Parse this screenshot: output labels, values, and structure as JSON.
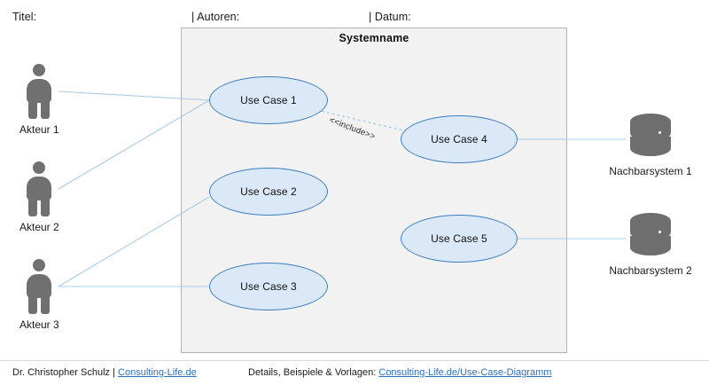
{
  "header": {
    "title_label": "Titel:",
    "authors_label": "| Autoren:",
    "date_label": "| Datum:"
  },
  "system": {
    "name": "Systemname"
  },
  "actors": [
    {
      "label": "Akteur 1"
    },
    {
      "label": "Akteur 2"
    },
    {
      "label": "Akteur 3"
    }
  ],
  "use_cases": [
    {
      "label": "Use Case 1"
    },
    {
      "label": "Use Case 2"
    },
    {
      "label": "Use Case 3"
    },
    {
      "label": "Use Case 4"
    },
    {
      "label": "Use Case 5"
    }
  ],
  "neighbour_systems": [
    {
      "label": "Nachbarsystem 1"
    },
    {
      "label": "Nachbarsystem 2"
    }
  ],
  "relationships": {
    "include_stereotype": "<<include>>"
  },
  "footer": {
    "author": "Dr. Christopher Schulz | ",
    "author_link": "Consulting-Life.de",
    "resources_label": "Details, Beispiele & Vorlagen: ",
    "resources_link": "Consulting-Life.de/Use-Case-Diagramm"
  },
  "colors": {
    "usecase_fill": "#dae8f7",
    "usecase_stroke": "#3f7fbf",
    "system_fill": "#f2f2f2",
    "system_stroke": "#b3b3b3",
    "actor_gray": "#707070",
    "association": "#a8cbe8",
    "link_blue": "#2f6fba"
  }
}
